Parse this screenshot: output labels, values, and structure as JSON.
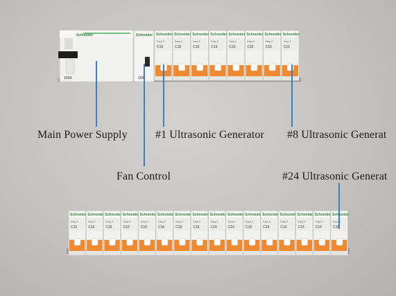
{
  "labels": {
    "main_power": "Main Power Supply",
    "fan_control": "Fan Control",
    "generator_1": "#1 Ultrasonic Generator",
    "generator_8": "#8 Ultrasonic Generat",
    "generator_24": "#24 Ultrasonic Generat"
  },
  "breaker_text": {
    "brand": "Schneider",
    "model": "Easy 9",
    "rating": "C16",
    "main_rating": "100A",
    "fan_rating": "16A"
  },
  "top_row_breaker_count": 8,
  "bottom_row_breaker_count": 16,
  "colors": {
    "callout_line": "#3f7fb8",
    "toggle_orange": "#f08a30",
    "breaker_white": "#f1f1ef",
    "brand_green": "#2f7d3a"
  }
}
